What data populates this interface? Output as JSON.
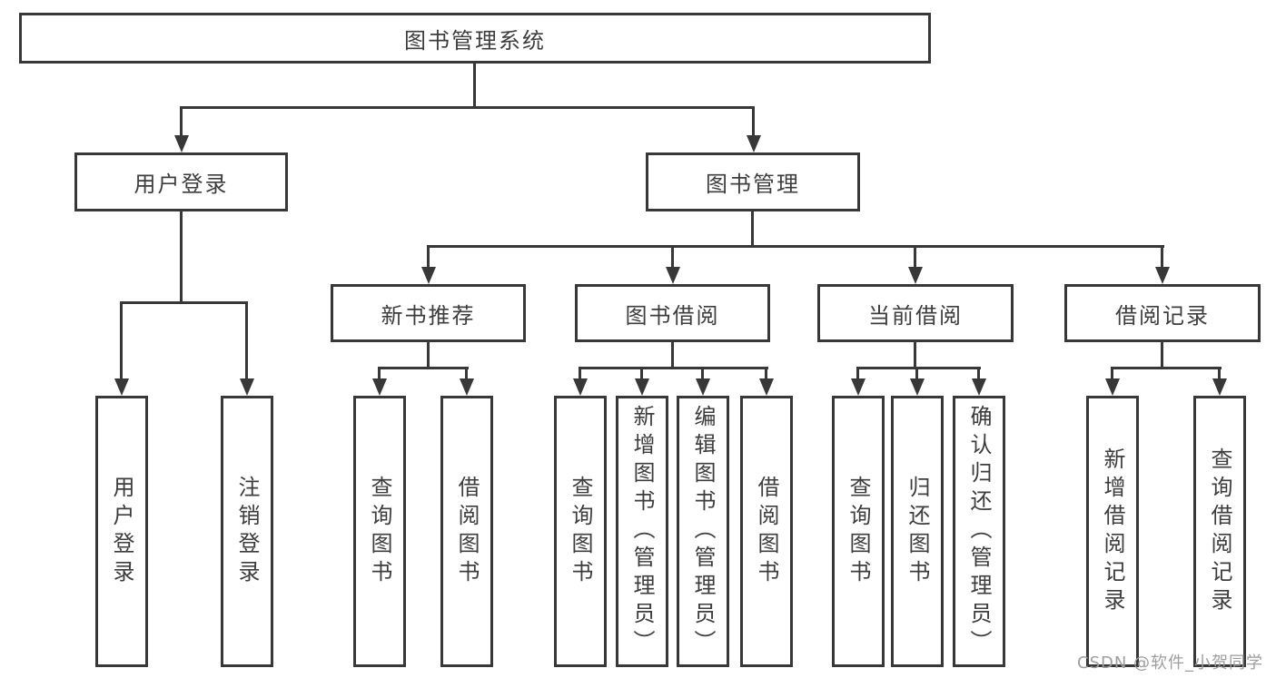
{
  "diagram": {
    "root": {
      "label": "图书管理系统"
    },
    "branches": [
      {
        "label": "用户登录",
        "children": [
          "用户登录",
          "注销登录"
        ]
      },
      {
        "label": "图书管理",
        "groups": [
          {
            "label": "新书推荐",
            "children": [
              "查询图书",
              "借阅图书"
            ]
          },
          {
            "label": "图书借阅",
            "children": [
              "查询图书",
              "新增图书（管理员）",
              "编辑图书（管理员）",
              "借阅图书"
            ]
          },
          {
            "label": "当前借阅",
            "children": [
              "查询图书",
              "归还图书",
              "确认归还（管理员）"
            ]
          },
          {
            "label": "借阅记录",
            "children": [
              "新增借阅记录",
              "查询借阅记录"
            ]
          }
        ]
      }
    ]
  },
  "watermark": {
    "text": "CSDN @软件_小贺同学"
  },
  "colors": {
    "line": "#383838",
    "text": "#3d3d3d",
    "background": "#ffffff",
    "watermark": "#9e9e9e"
  }
}
